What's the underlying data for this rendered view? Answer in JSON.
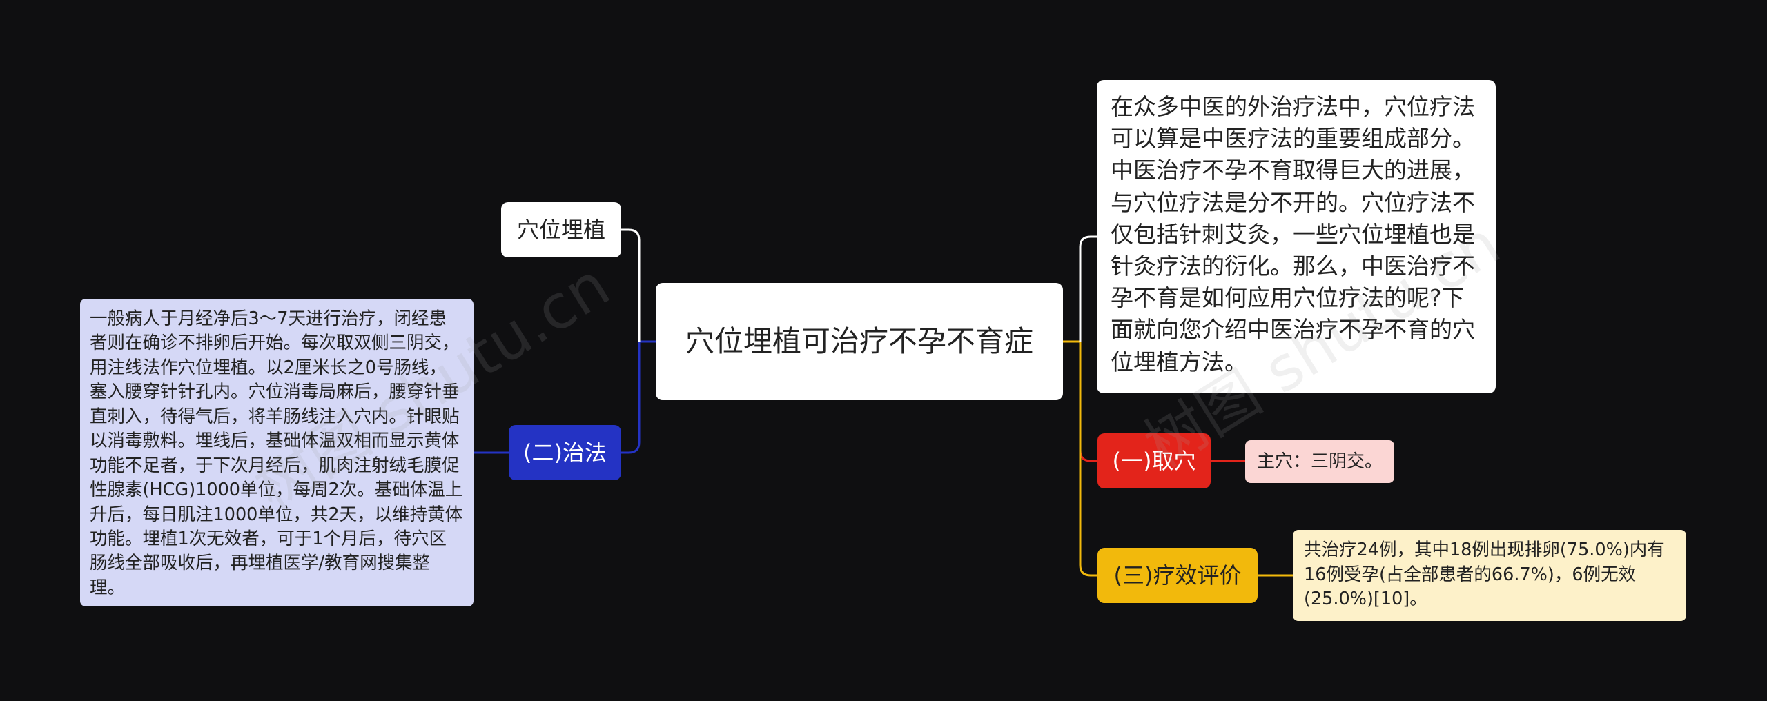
{
  "center": "穴位埋植可治疗不孕不育症",
  "left": {
    "topic1": "穴位埋植",
    "topic2": "(二)治法",
    "detail": "一般病人于月经净后3～7天进行治疗，闭经患者则在确诊不排卵后开始。每次取双侧三阴交，用注线法作穴位埋植。以2厘米长之0号肠线，塞入腰穿针针孔内。穴位消毒局麻后，腰穿针垂直刺入，待得气后，将羊肠线注入穴内。针眼贴以消毒敷料。埋线后，基础体温双相而显示黄体功能不足者，于下次月经后，肌肉注射绒毛膜促性腺素(HCG)1000单位，每周2次。基础体温上升后，每日肌注1000单位，共2天，以维持黄体功能。埋植1次无效者，可于1个月后，待穴区肠线全部吸收后，再埋植医学/教育网搜集整理。"
  },
  "right": {
    "intro": "在众多中医的外治疗法中，穴位疗法可以算是中医疗法的重要组成部分。中医治疗不孕不育取得巨大的进展，与穴位疗法是分不开的。穴位疗法不仅包括针刺艾灸，一些穴位埋植也是针灸疗法的衍化。那么，中医治疗不孕不育是如何应用穴位疗法的呢?下面就向您介绍中医治疗不孕不育的穴位埋植方法。",
    "topic1": "(一)取穴",
    "topic1_detail": "主穴：三阴交。",
    "topic2": "(三)疗效评价",
    "topic2_detail": "共治疗24例，其中18例出现排卵(75.0%)内有16例受孕(占全部患者的66.7%)，6例无效(25.0%)[10]。"
  },
  "watermark": "树图 shutu.cn",
  "colors": {
    "background": "#0f0f11",
    "blue_branch": "#2433c4",
    "red_branch": "#e3241b",
    "yellow_branch": "#f2b90c",
    "neutral_link": "#ffffff"
  }
}
